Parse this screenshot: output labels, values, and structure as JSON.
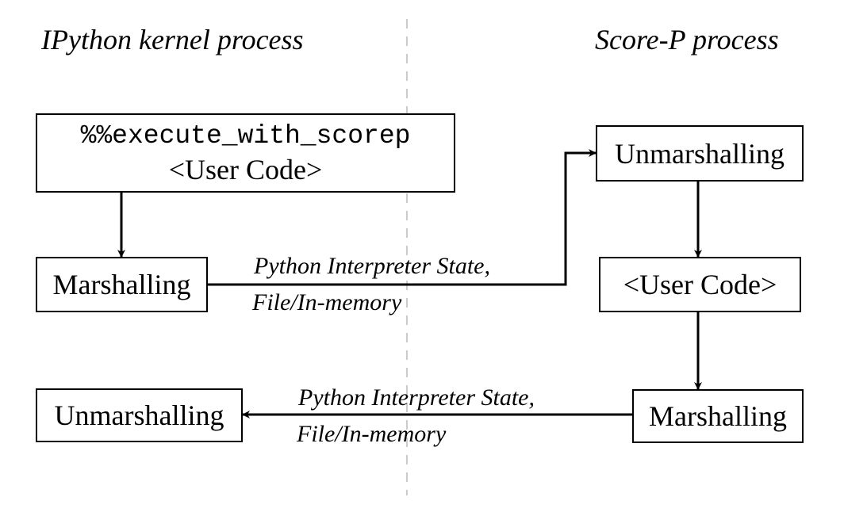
{
  "headings": {
    "left": "IPython kernel process",
    "right": "Score-P process"
  },
  "nodes": {
    "magic_cell": {
      "line1": "%%execute_with_scorep",
      "line2": "<User Code>"
    },
    "marshalling_left": "Marshalling",
    "unmarshalling_left": "Unmarshalling",
    "unmarshalling_right": "Unmarshalling",
    "user_code_right": "<User Code>",
    "marshalling_right": "Marshalling"
  },
  "edges": {
    "forward": {
      "line1": "Python Interpreter State,",
      "line2": "File/In-memory"
    },
    "backward": {
      "line1": "Python Interpreter State,",
      "line2": "File/In-memory"
    }
  },
  "colors": {
    "stroke": "#000000",
    "separator": "#cccccc"
  }
}
